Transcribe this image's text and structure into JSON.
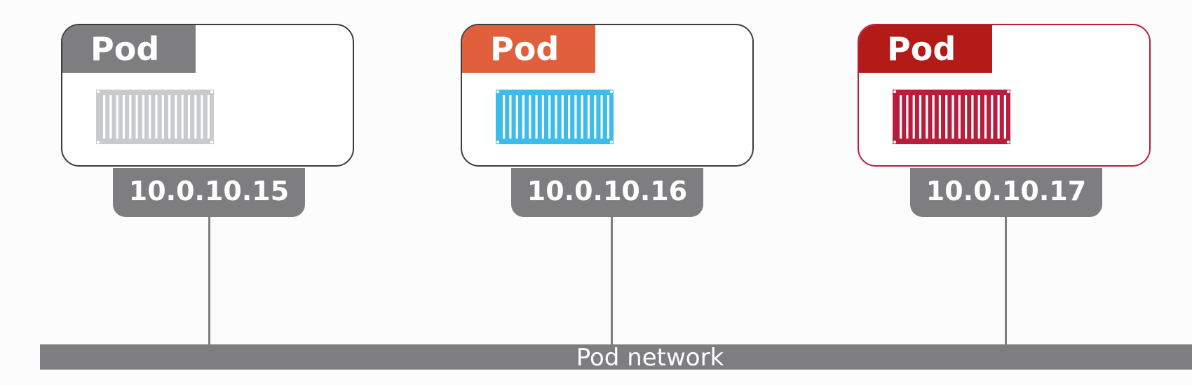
{
  "pods": [
    {
      "label": "Pod",
      "ip": "10.0.10.15",
      "tab_color": "#7e7d7f",
      "border_color": "#3d3d3d",
      "container_color": "#c9cacc"
    },
    {
      "label": "Pod",
      "ip": "10.0.10.16",
      "tab_color": "#e0603e",
      "border_color": "#3d3d3d",
      "container_color": "#3cbde9"
    },
    {
      "label": "Pod",
      "ip": "10.0.10.17",
      "tab_color": "#b31b18",
      "border_color": "#b71e3e",
      "container_color": "#b71e3e"
    }
  ],
  "network": {
    "label": "Pod network",
    "color": "#7e7d7f"
  },
  "icons": {
    "container": "shipping-container-icon"
  }
}
